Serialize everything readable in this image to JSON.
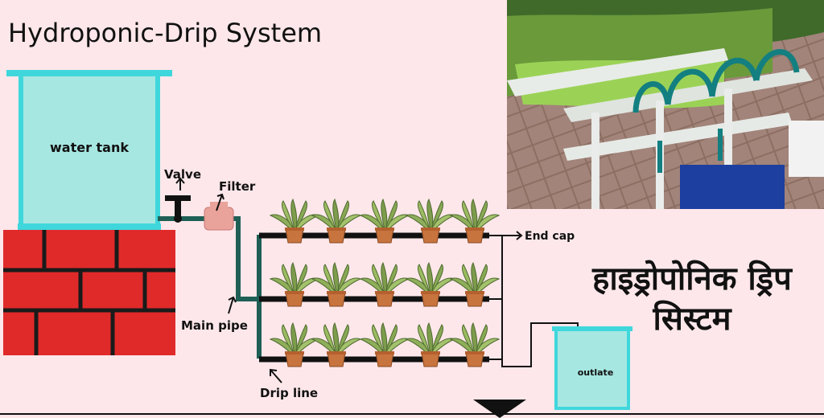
{
  "title": "Hydroponic-Drip System",
  "hindi_title_line1": "हाइड्रोपोनिक ड्रिप",
  "hindi_title_line2": "सिस्टम",
  "labels": {
    "water_tank": "water tank",
    "valve": "Valve",
    "filter": "Filter",
    "end_cap": "End cap",
    "main_pipe": "Main pipe",
    "drip_line": "Drip line",
    "outlet": "outlate"
  },
  "colors": {
    "background": "#fde7ea",
    "tank_fill": "#a7e7e2",
    "tank_border": "#3fd7dc",
    "brick": "#e02a2a",
    "pipe": "#1f5f55",
    "pot": "#c8743f",
    "leaf": "#8fae5a"
  },
  "rows": 3,
  "plants_per_row": 5
}
